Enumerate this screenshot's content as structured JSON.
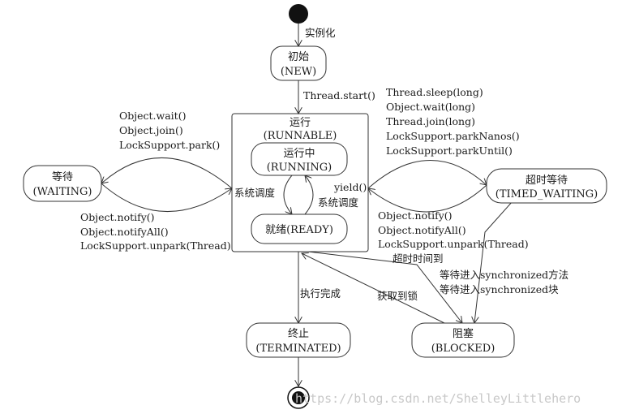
{
  "states": {
    "new": [
      "初始",
      "(NEW)"
    ],
    "runnable": [
      "运行",
      "(RUNNABLE)"
    ],
    "running": [
      "运行中",
      "(RUNNING)"
    ],
    "ready": [
      "就绪(READY)"
    ],
    "waiting": [
      "等待",
      "(WAITING)"
    ],
    "timed_waiting": [
      "超时等待",
      "(TIMED_WAITING)"
    ],
    "terminated": [
      "终止",
      "(TERMINATED)"
    ],
    "blocked": [
      "阻塞",
      "(BLOCKED)"
    ]
  },
  "transitions": {
    "instantiate": [
      "实例化"
    ],
    "start": [
      "Thread.start()"
    ],
    "to_waiting": [
      "Object.wait()",
      "Object.join()",
      "LockSupport.park()"
    ],
    "from_waiting": [
      "Object.notify()",
      "Object.notifyAll()",
      "LockSupport.unpark(Thread)"
    ],
    "to_timed_waiting": [
      "Thread.sleep(long)",
      "Object.wait(long)",
      "Thread.join(long)",
      "LockSupport.parkNanos()",
      "LockSupport.parkUntil()"
    ],
    "from_timed_waiting": [
      "Object.notify()",
      "Object.notifyAll()",
      "LockSupport.unpark(Thread)"
    ],
    "timeout": [
      "超时时间到"
    ],
    "to_blocked": [
      "等待进入synchronized方法",
      "等待进入synchronized块"
    ],
    "acquire_lock": [
      "获取到锁"
    ],
    "complete": [
      "执行完成"
    ],
    "schedule_left": [
      "系统调度"
    ],
    "yield": [
      "yield()",
      "系统调度"
    ]
  },
  "watermark": "https://blog.csdn.net/ShelleyLittlehero",
  "colors": {
    "line": "#333333",
    "text": "#1a1a1a",
    "watermark": "#c8c8c8",
    "node_fill": "#ffffff"
  }
}
